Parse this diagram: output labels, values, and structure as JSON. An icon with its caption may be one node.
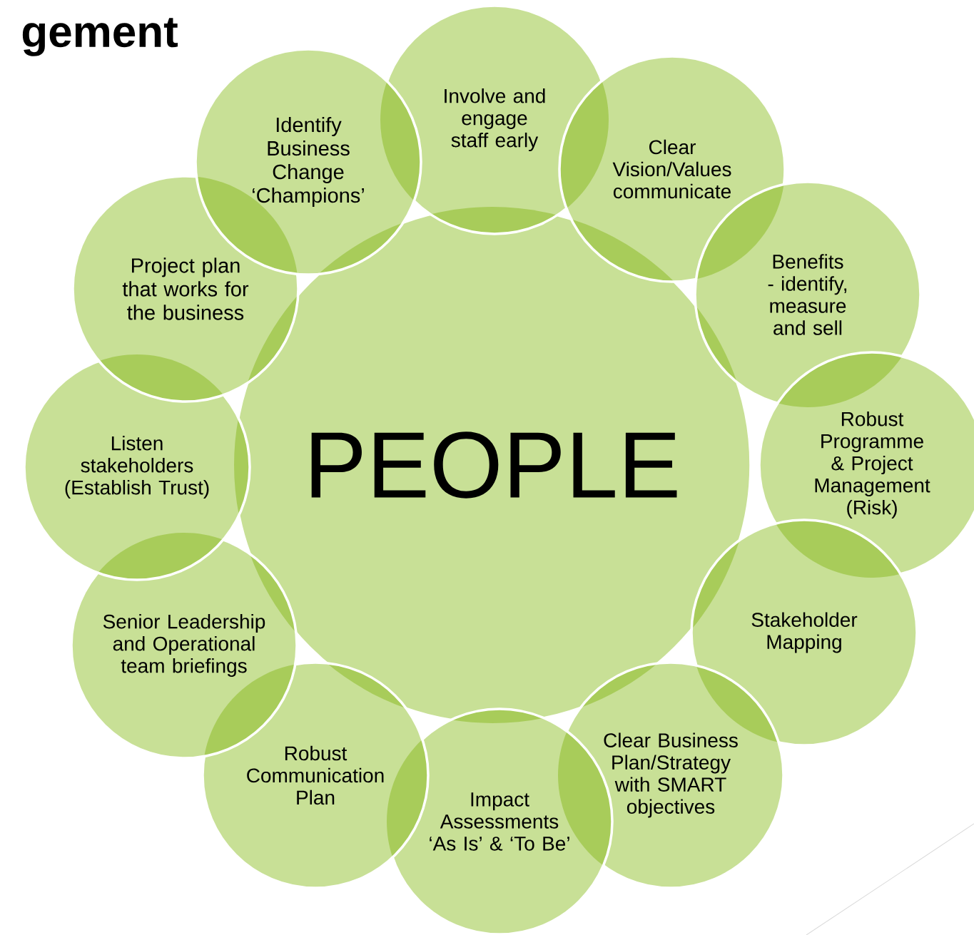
{
  "diagram": {
    "title": "gement",
    "nodes": [
      {
        "text": [
          "PEOPLE"
        ]
      },
      {
        "text": [
          "Involve and engage staff early"
        ]
      },
      {
        "text": [
          "Clear Vision/Values communicate"
        ]
      },
      {
        "text": [
          "Benefits - identify, measure and sell"
        ]
      },
      {
        "text": [
          "Robust Programme & Project Management (Risk)"
        ]
      },
      {
        "text": [
          "Stakeholder Mapping"
        ]
      },
      {
        "text": [
          "Clear Business Plan/Strategy with SMART objectives"
        ]
      },
      {
        "text": [
          "Impact Assessments ‘As Is’ & ‘To Be’"
        ]
      },
      {
        "text": [
          "Robust Communication Plan"
        ]
      },
      {
        "text": [
          "Senior Leadership and Operational team briefings"
        ]
      },
      {
        "text": [
          "Listen stakeholders (Establish Trust)"
        ]
      },
      {
        "text": [
          "Project plan that works for the business"
        ]
      },
      {
        "text": [
          "Identify Business Change ‘Champions’"
        ]
      }
    ]
  }
}
